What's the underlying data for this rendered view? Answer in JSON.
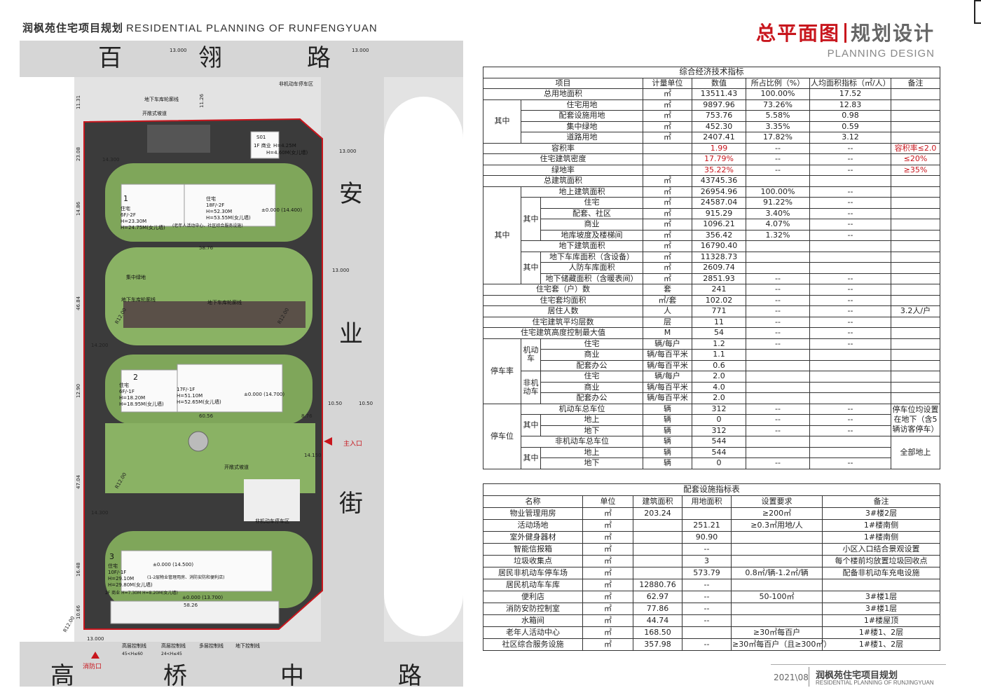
{
  "header": {
    "project_cn": "润枫苑住宅项目规划",
    "project_en": "RESIDENTIAL PLANNING OF RUNFENGYUAN",
    "title_red": "总平面图",
    "title_gray": "规划设计",
    "subtitle": "PLANNING DESIGN"
  },
  "plan": {
    "roads": {
      "north": [
        "百",
        "翎",
        "路"
      ],
      "east": [
        "安",
        "业",
        "街"
      ],
      "south": [
        "高",
        "桥",
        "中",
        "路"
      ]
    },
    "dims": {
      "d13a": "13.000",
      "d13b": "13.000",
      "d13c": "13.000",
      "d13d": "13.000",
      "d13e": "13.000",
      "d10a": "10.50",
      "d10b": "10.50",
      "v1131": "11.31",
      "v1126": "11.26",
      "v2308": "23.08",
      "v1486": "14.86",
      "v4684": "46.84",
      "v1290": "12.90",
      "v4704": "47.04",
      "v1648": "16.48",
      "v1066": "10.66",
      "h5876": "58.76",
      "h6056": "60.56",
      "h5326": "58.26",
      "h8976": "8.76",
      "l14300a": "14.300",
      "l14300b": "14.300",
      "l14200": "14.200",
      "l14150": "14.150",
      "r1200a": "R12.00",
      "r1200b": "R12.00",
      "r1200c": "R12.00",
      "r1200d": "R12.00"
    },
    "labels": {
      "nonmotor_north": "非机动车停车区",
      "garage_line": "地下车库轮廓线",
      "open_ramp_north": "开敞式坡道",
      "s01": "S01",
      "s01_text1": "1F 商业",
      "s01_text2": "H=4.25M",
      "s01_text3": "H=4.60M(女儿墙)",
      "b1_num": "1",
      "b1_a": "住宅",
      "b1_b": "6F/-2F",
      "b1_c": "H=23.30M",
      "b1_d": "H=24.75M(女儿墙)",
      "b1_e": "住宅",
      "b1_f": "18F/-2F",
      "b1_g": "H=52.30M",
      "b1_h": "H=53.55M(女儿墙)",
      "b1_i": "±0.000 (14.400)",
      "b1_note": "(老年人活动中心、社区综合服务设施)",
      "green_center": "集中绿地",
      "garage_line2": "地下车库轮廓线",
      "garage_line3": "地下车库轮廓线",
      "b2_num": "2",
      "b2_a": "住宅",
      "b2_b": "6F/-1F",
      "b2_c": "H=18.20M",
      "b2_d": "H=18.95M(女儿墙)",
      "b2_e": "17F/-1F",
      "b2_f": "H=51.10M",
      "b2_g": "H=52.65M(女儿墙)",
      "b2_h": "±0.000 (14.700)",
      "main_entrance": "主入口",
      "open_ramp_south": "开敞式坡道",
      "nonmotor_south": "非机动车停车区",
      "b3_num": "3",
      "b3_a": "住宅",
      "b3_b": "10F/-1F",
      "b3_c": "H=29.10M",
      "b3_d": "H=29.80M(女儿墙)",
      "b3_e": "±0.000 (14.500)",
      "b3_note": "(1-2层物业管理用房、消防安防和便利店)",
      "b3_f": "2F 商业 H=7.30M  H=8.20M(女儿墙)",
      "b3_g": "±0.000 (13.700)",
      "ctrl1": "高层控制线",
      "ctrl1_sub": "45<H≤60",
      "ctrl2": "高层控制线",
      "ctrl2_sub": "24<H≤45",
      "ctrl3": "多层控制线",
      "ctrl4": "地下控制线",
      "fire_exit": "消防口"
    }
  },
  "table1": {
    "caption": "综合经济技术指标",
    "headers": [
      "项目",
      "计量单位",
      "数值",
      "所占比例（%）",
      "人均面积指标（㎡/人）",
      "备注"
    ],
    "rows": {
      "r1": [
        "总用地面积",
        "㎡",
        "13511.43",
        "100.00%",
        "17.52",
        ""
      ],
      "qz": "其中",
      "r2": [
        "住宅用地",
        "㎡",
        "9897.96",
        "73.26%",
        "12.83",
        ""
      ],
      "r3": [
        "配套设施用地",
        "㎡",
        "753.76",
        "5.58%",
        "0.98",
        ""
      ],
      "r4": [
        "集中绿地",
        "㎡",
        "452.30",
        "3.35%",
        "0.59",
        ""
      ],
      "r5": [
        "道路用地",
        "㎡",
        "2407.41",
        "17.82%",
        "3.12",
        ""
      ],
      "r6": [
        "容积率",
        "",
        "1.99",
        "--",
        "--",
        "容积率≤2.0"
      ],
      "r7": [
        "住宅建筑密度",
        "",
        "17.79%",
        "--",
        "--",
        "≤20%"
      ],
      "r8": [
        "绿地率",
        "",
        "35.22%",
        "--",
        "--",
        "≥35%"
      ],
      "r9": [
        "总建筑面积",
        "㎡",
        "43745.36",
        "",
        "",
        ""
      ],
      "qz2": "其中",
      "r10": [
        "地上建筑面积",
        "㎡",
        "26954.96",
        "100.00%",
        "--",
        ""
      ],
      "qz3": "其中",
      "r11": [
        "住宅",
        "㎡",
        "24587.04",
        "91.22%",
        "--",
        ""
      ],
      "r12": [
        "配套、社区",
        "㎡",
        "915.29",
        "3.40%",
        "--",
        ""
      ],
      "r13": [
        "商业",
        "㎡",
        "1096.21",
        "4.07%",
        "--",
        ""
      ],
      "r14": [
        "地库坡度及楼梯间",
        "㎡",
        "356.42",
        "1.32%",
        "--",
        ""
      ],
      "r15": [
        "地下建筑面积",
        "㎡",
        "16790.40",
        "",
        "",
        ""
      ],
      "qz4": "其中",
      "r16": [
        "地下车库面积（含设备）",
        "㎡",
        "11328.73",
        "",
        "",
        ""
      ],
      "r17": [
        "人防车库面积",
        "㎡",
        "2609.74",
        "",
        "",
        ""
      ],
      "r18": [
        "地下储藏面积（含暖表间）",
        "㎡",
        "2851.93",
        "--",
        "--",
        ""
      ],
      "r19": [
        "住宅套（户）数",
        "套",
        "241",
        "--",
        "--",
        ""
      ],
      "r20": [
        "住宅套均面积",
        "㎡/套",
        "102.02",
        "--",
        "--",
        ""
      ],
      "r21": [
        "居住人数",
        "人",
        "771",
        "--",
        "--",
        "3.2人/户"
      ],
      "r22": [
        "住宅建筑平均层数",
        "层",
        "11",
        "--",
        "--",
        ""
      ],
      "r23": [
        "住宅建筑高度控制最大值",
        "M",
        "54",
        "--",
        "--",
        ""
      ],
      "tcl": "停车率",
      "jdc": "机动车",
      "fjdc": "非机动车",
      "r24": [
        "住宅",
        "辆/每户",
        "1.2",
        "--",
        "--",
        ""
      ],
      "r25": [
        "商业",
        "辆/每百平米",
        "1.1",
        "",
        "",
        ""
      ],
      "r26": [
        "配套办公",
        "辆/每百平米",
        "0.6",
        "",
        "",
        ""
      ],
      "r27": [
        "住宅",
        "辆/每户",
        "2.0",
        "",
        "",
        ""
      ],
      "r28": [
        "商业",
        "辆/每百平米",
        "4.0",
        "",
        "",
        ""
      ],
      "r29": [
        "配套办公",
        "辆/每百平米",
        "2.0",
        "",
        "",
        ""
      ],
      "tcw": "停车位",
      "r30": [
        "机动车总车位",
        "辆",
        "312",
        "--",
        "--",
        "停车位均设置在地下（含5辆访客停车）"
      ],
      "qz5": "其中",
      "r31": [
        "地上",
        "辆",
        "0",
        "--",
        "--",
        ""
      ],
      "r32": [
        "地下",
        "辆",
        "312",
        "--",
        "--",
        ""
      ],
      "r33": [
        "非机动车总车位",
        "辆",
        "544",
        "",
        "",
        "全部地上"
      ],
      "qz6": "其中",
      "r34": [
        "地上",
        "辆",
        "544",
        "",
        "",
        ""
      ],
      "r35": [
        "地下",
        "辆",
        "0",
        "--",
        "--",
        ""
      ],
      "note30a": "停车位均设置",
      "note30b": "在地下（含5",
      "note30c": "辆访客停车）"
    }
  },
  "table2": {
    "caption": "配套设施指标表",
    "headers": [
      "名称",
      "单位",
      "建筑面积",
      "用地面积",
      "设置要求",
      "备注"
    ],
    "rows": [
      [
        "物业管理用房",
        "㎡",
        "203.24",
        "",
        "≥200㎡",
        "3#楼2层"
      ],
      [
        "活动场地",
        "㎡",
        "",
        "251.21",
        "≥0.3㎡用地/人",
        "1#楼南侧"
      ],
      [
        "室外健身器材",
        "㎡",
        "",
        "90.90",
        "",
        "1#楼南侧"
      ],
      [
        "智能信报箱",
        "㎡",
        "",
        "--",
        "",
        "小区入口结合景观设置"
      ],
      [
        "垃圾收集点",
        "㎡",
        "",
        "3",
        "",
        "每个楼前均放置垃圾回收点"
      ],
      [
        "居民非机动车停车场",
        "㎡",
        "",
        "573.79",
        "0.8㎡/辆-1.2㎡/辆",
        "配备非机动车充电设施"
      ],
      [
        "居民机动车车库",
        "㎡",
        "12880.76",
        "--",
        "",
        ""
      ],
      [
        "便利店",
        "㎡",
        "62.97",
        "--",
        "50-100㎡",
        "3#楼1层"
      ],
      [
        "消防安防控制室",
        "㎡",
        "77.86",
        "--",
        "",
        "3#楼1层"
      ],
      [
        "水箱间",
        "㎡",
        "44.74",
        "--",
        "",
        "1#楼屋顶"
      ],
      [
        "老年人活动中心",
        "㎡",
        "168.50",
        "",
        "≥30㎡每百户",
        "1#楼1、2层"
      ],
      [
        "社区综合服务设施",
        "㎡",
        "357.98",
        "--",
        "≥30㎡每百户（且≥300㎡）",
        "1#楼1、2层"
      ]
    ]
  },
  "footer": {
    "date": "2021\\08",
    "title_cn": "润枫苑住宅项目规划",
    "title_en": "RESIDENTIAL PLANNING OF RUNJINGYUAN"
  },
  "colors": {
    "accent_red": "#c8161d",
    "road_gray": "#d9d9d9",
    "green": "#6f9e4a",
    "paving": "#4a4a4a"
  }
}
